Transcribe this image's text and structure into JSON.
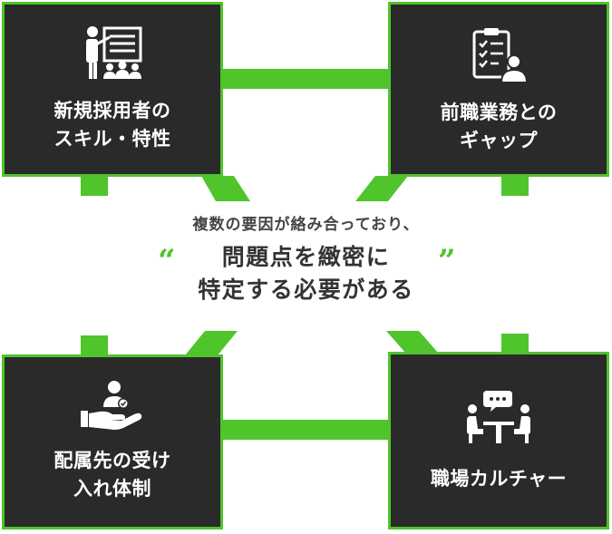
{
  "diagram": {
    "colors": {
      "accent": "#4fc42b",
      "accent_dark": "#3aa31d",
      "box_fill": "#2a2a2a",
      "text_dark": "#333333"
    },
    "boxes": {
      "top_left": {
        "label": "新規採用者の\nスキル・特性",
        "icon": "presenter-audience-icon"
      },
      "top_right": {
        "label": "前職業務との\nギャップ",
        "icon": "checklist-person-icon"
      },
      "bottom_left": {
        "label": "配属先の受け\n入れ体制",
        "icon": "hand-person-icon"
      },
      "bottom_right": {
        "label": "職場カルチャー",
        "icon": "meeting-chat-icon"
      }
    },
    "center": {
      "line1": "複数の要因が絡み合っており、",
      "line2": "問題点を緻密に",
      "line3": "特定する必要がある",
      "quote_open": "“",
      "quote_close": "”"
    }
  }
}
